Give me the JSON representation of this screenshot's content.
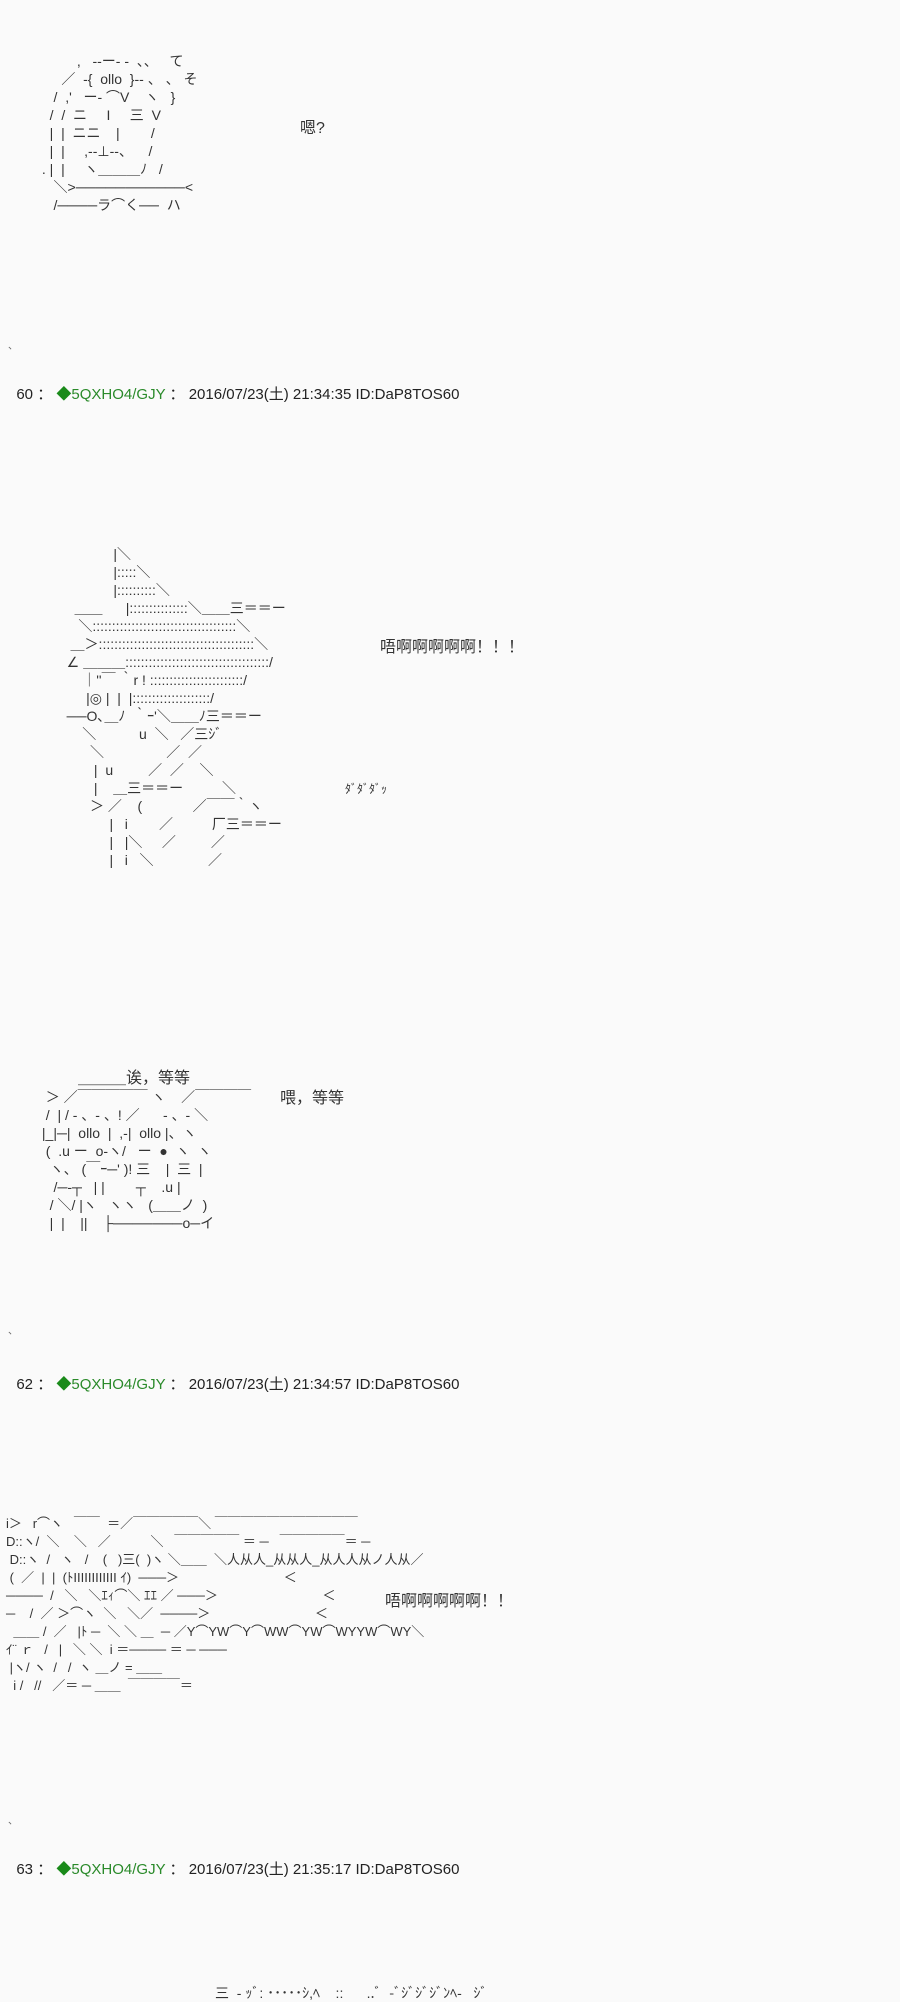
{
  "posts": [
    {
      "number": "60",
      "separator": "：",
      "diamond": "◆",
      "trip": "5QXHO4/GJY",
      "date": "2016/07/23(土) 21:34:35",
      "id": "ID:DaP8TOS60"
    },
    {
      "number": "62",
      "separator": "：",
      "diamond": "◆",
      "trip": "5QXHO4/GJY",
      "date": "2016/07/23(土) 21:34:57",
      "id": "ID:DaP8TOS60"
    },
    {
      "number": "63",
      "separator": "：",
      "diamond": "◆",
      "trip": "5QXHO4/GJY",
      "date": "2016/07/23(土) 21:35:17",
      "id": "ID:DaP8TOS60"
    }
  ],
  "dialogue": {
    "hm": "嗯?",
    "scream1": "唔啊啊啊啊啊！！！",
    "dadada": "ﾀﾞﾀﾞﾀﾞｯ",
    "wait1": "＿＿＿诶，等等",
    "wait2": "喂，等等",
    "scream2": "唔啊啊啊啊啊！！"
  },
  "art1": [
    "          ,   -‐ー‐ -  、、   て",
    "      ／  ‐{  ollo  }-‐ 、 、 そ",
    "    /  ,'   ー‐ ⌒V    ヽ   }",
    "   /  /  ニ     I     三  V",
    "   |  |  ニニ    |        /",
    "   |  |     ,-‐⊥‐-、    /",
    " . |  |     ヽ＿＿＿ﾉ   /",
    "    ＼>───────────<",
    "    /────ラ⌒く──  ハ"
  ],
  "art2": [
    "               |＼",
    "               |:::::＼",
    "               |::::::::::＼",
    "     ＿＿      |:::::::::::::::＼＿＿三＝＝ー",
    "      ＼:::::::::::::::::::::::::::::::::::::＼",
    "    ＿＞::::::::::::::::::::::::::::::::::::::::＼",
    "   ∠ ＿＿＿:::::::::::::::::::::::::::::::::::::/",
    "       ｜''￣ ｀r ! ::::::::::::::::::::::::/",
    "        |◎ |  |  |::::::::::::::::::::/",
    "   ──O､＿ﾉ  ｀ｰ'＼＿＿ﾉ三＝＝ー",
    "       ＼           u  ＼   ／三ｼﾞ",
    "         ＼                ／  ／",
    "          |  u         ／  ／    ＼",
    "          |    ＿三＝＝ー          ＼",
    "         ＞ ／    (             ／￣￣｀ヽ",
    "              |   i        ／          厂三＝＝ー",
    "              |   |＼     ／         ／",
    "              |   i   ＼              ／"
  ],
  "art3": [
    "  ＞ ／￣￣￣￣￣ ヽ    ／￣￣￣￣   ",
    "  /  | / - 、- 、! ／      - 、- ＼",
    " |_|─|  ollo  |  ,-|  ollo |、ヽ",
    "  (  .u ー  o‐ヽ/   ー  ●  ヽ  ヽ",
    "   ヽ、 (￣ｰ─' )! 三    |  三  |",
    "    /─‐┬   | |        ┬    .u |",
    "   / ＼/ |ヽ   ヽヽ   (＿＿ノ  )",
    "   |  |    ||    ├───────o─イ"
  ],
  "art4": [
    "i＞   r⌒ヽ   ￣￣  ＝／￣￣￣￣￣＼ ￣￣￣￣￣￣￣￣￣￣￣",
    "D::ヽ/  ＼    ＼   ／           ＼   ￣￣￣￣￣ ＝ ─   ￣￣￣￣￣＝ ─",
    " D::ヽ  /   ヽ   /    (   )三(  )ヽ ＼＿＿  ＼人从人_从从人_从人人从ノ人从／",
    " (  ／  |  |  (ﾄIIIIIIIIIIII ｲ)  ───＞                             ＜",
    "────  /   ＼   ＼ｴｨ⌒＼ ｴｴ ／ ───＞                             ＜",
    "─    /  ／ ＞⌒ヽ  ＼   ＼／  ────＞                             ＜",
    "  ＿＿ /  ／   |ﾄ ─  ＼ ＼ ＿  ─ ／Y⌒YW⌒Y⌒WW⌒YW⌒WYYW⌒WY＼",
    "ｲ¨ ｒ   /   |   ＼ ＼  i ＝──── ＝ ─ ───",
    " |ヽ/ ヽ  /   /  ヽ ＿ノ = ＿＿",
    "  i /   //   ／＝ ─ ＿＿  ￣￣￣￣＝"
  ],
  "art5": [
    "三  - ｯﾞ: ･････ｼ,ﾍ    ::      ..ﾞ  -ﾞｼﾞｼﾞｼﾞﾝﾍ-   ｼﾞ"
  ]
}
